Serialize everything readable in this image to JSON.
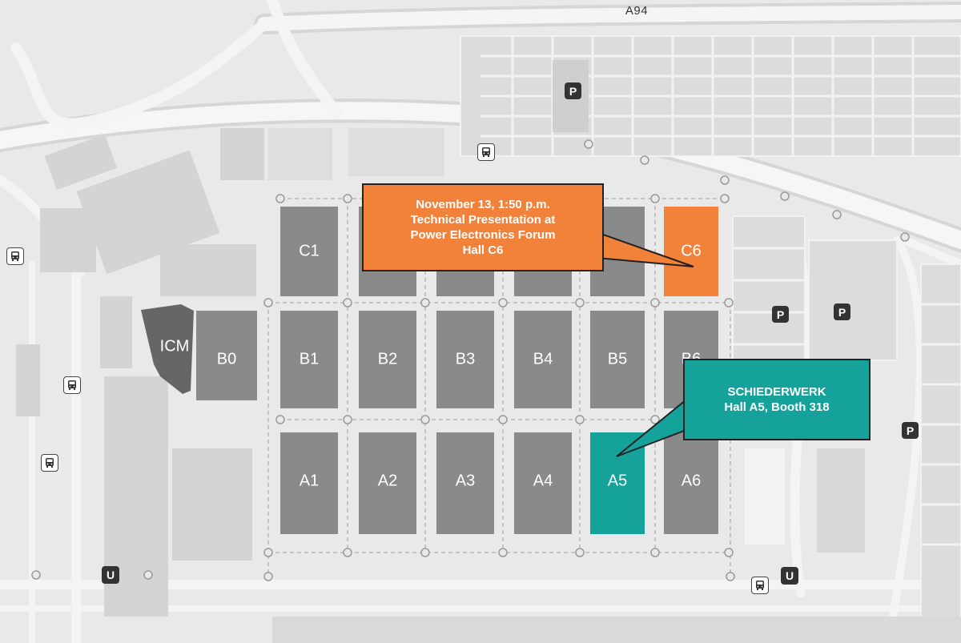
{
  "map": {
    "road_label": "A94",
    "halls": [
      {
        "id": "c1",
        "label": "C1"
      },
      {
        "id": "c6",
        "label": "C6"
      },
      {
        "id": "icm",
        "label": "ICM"
      },
      {
        "id": "b0",
        "label": "B0"
      },
      {
        "id": "b1",
        "label": "B1"
      },
      {
        "id": "b2",
        "label": "B2"
      },
      {
        "id": "b3",
        "label": "B3"
      },
      {
        "id": "b4",
        "label": "B4"
      },
      {
        "id": "b5",
        "label": "B5"
      },
      {
        "id": "b6",
        "label": "B6"
      },
      {
        "id": "a1",
        "label": "A1"
      },
      {
        "id": "a2",
        "label": "A2"
      },
      {
        "id": "a3",
        "label": "A3"
      },
      {
        "id": "a4",
        "label": "A4"
      },
      {
        "id": "a5",
        "label": "A5"
      },
      {
        "id": "a6",
        "label": "A6"
      }
    ],
    "colors": {
      "background": "#e9e9e9",
      "hall": "#8a8a8a",
      "icm": "#666666",
      "highlight_orange": "#f2823a",
      "highlight_teal": "#14a29a"
    },
    "icons": {
      "parking_label": "P",
      "subway_label": "U",
      "bus_icon": "bus-icon"
    }
  },
  "callouts": {
    "presentation": {
      "line1": "November 13, 1:50 p.m.",
      "line2": "Technical Presentation at",
      "line3": "Power Electronics Forum",
      "line4": "Hall C6"
    },
    "booth": {
      "line1": "SCHIEDERWERK",
      "line2": "Hall A5, Booth 318"
    }
  }
}
